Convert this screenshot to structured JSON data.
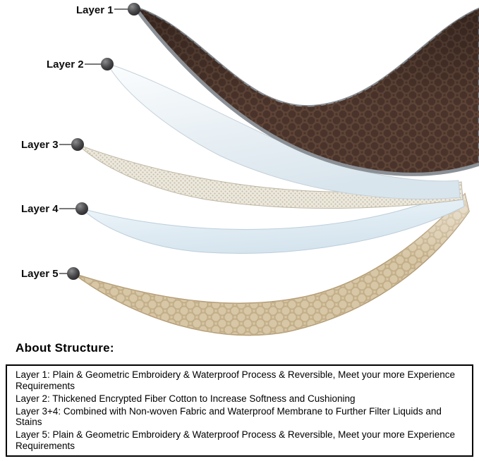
{
  "diagram": {
    "layers": [
      {
        "label": "Layer 1"
      },
      {
        "label": "Layer 2"
      },
      {
        "label": "Layer 3"
      },
      {
        "label": "Layer 4"
      },
      {
        "label": "Layer 5"
      }
    ]
  },
  "about": {
    "heading": "About Structure:",
    "items": [
      "Layer 1: Plain & Geometric Embroidery & Waterproof Process & Reversible, Meet your more Experience Requirements",
      "Layer 2: Thickened Encrypted Fiber Cotton to Increase Softness and Cushioning",
      "Layer 3+4: Combined with Non-woven Fabric and Waterproof Membrane to Further Filter Liquids and Stains",
      "Layer 5: Plain & Geometric Embroidery & Waterproof Process & Reversible, Meet your more Experience Requirements"
    ]
  },
  "colors": {
    "layer1_fabric": "#4a332a",
    "layer1_edge": "#8a9096",
    "layer2_fabric": "#e9f1f6",
    "layer3_fabric": "#ece8dc",
    "layer4_fabric": "#e1edf4",
    "layer5_fabric": "#d8c7a6",
    "text": "#000000"
  }
}
